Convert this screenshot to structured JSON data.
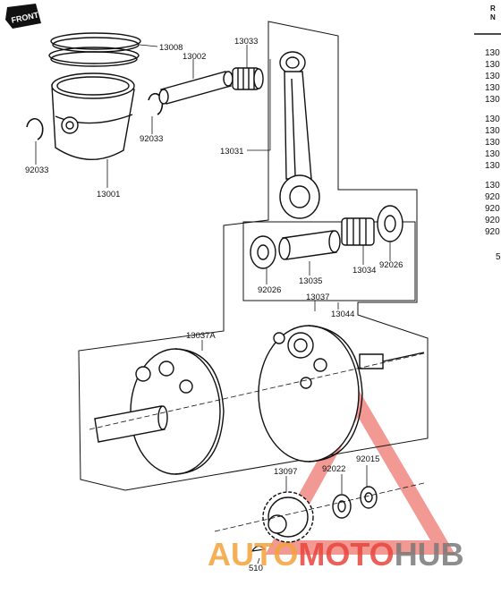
{
  "diagram": {
    "front_label": "FRONT",
    "parts": [
      {
        "id": "p13008",
        "label": "13008"
      },
      {
        "id": "p13002",
        "label": "13002"
      },
      {
        "id": "p13033",
        "label": "13033"
      },
      {
        "id": "p92033a",
        "label": "92033"
      },
      {
        "id": "p92033b",
        "label": "92033"
      },
      {
        "id": "p13001",
        "label": "13001"
      },
      {
        "id": "p13031",
        "label": "13031"
      },
      {
        "id": "p13035",
        "label": "13035"
      },
      {
        "id": "p13034",
        "label": "13034"
      },
      {
        "id": "p92026a",
        "label": "92026"
      },
      {
        "id": "p92026b",
        "label": "92026"
      },
      {
        "id": "p13037",
        "label": "13037"
      },
      {
        "id": "p13044",
        "label": "13044"
      },
      {
        "id": "p13037A",
        "label": "13037A"
      },
      {
        "id": "p13097",
        "label": "13097"
      },
      {
        "id": "p92022",
        "label": "92022"
      },
      {
        "id": "p92015",
        "label": "92015"
      },
      {
        "id": "p510",
        "label": "510"
      }
    ]
  },
  "side_column": {
    "header_line1": "R",
    "header_line2": "N",
    "rows": [
      "130",
      "130",
      "130",
      "130",
      "130",
      "130",
      "130",
      "130",
      "130",
      "130",
      "130",
      "920",
      "920",
      "920",
      "920",
      "5"
    ]
  },
  "watermark": {
    "part1": "AUTO",
    "part2": "MOTO",
    "part3": "HUB",
    "color_orange": "#f4a23a",
    "color_red": "#e8453c",
    "color_gray": "#7a7a7a"
  }
}
